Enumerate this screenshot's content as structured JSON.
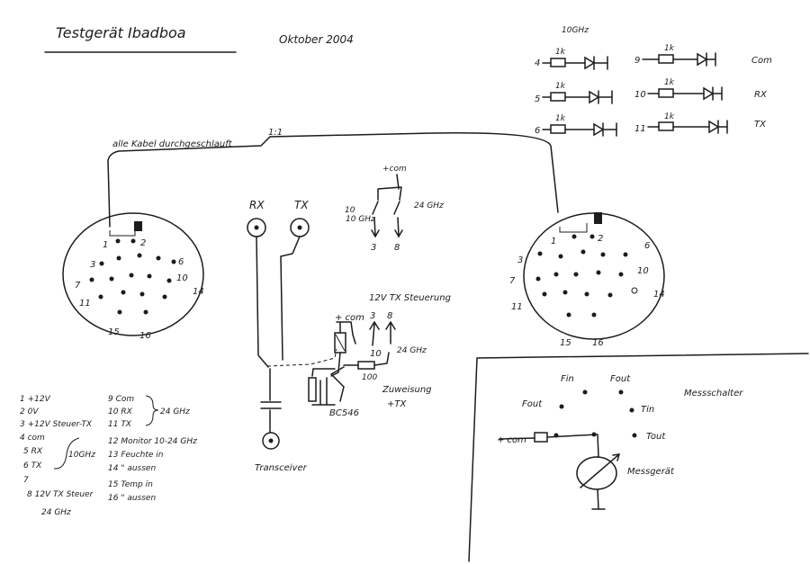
{
  "header": {
    "title": "Testgerät Ibadboa",
    "date": "Oktober 2004"
  },
  "cable_note": {
    "text": "alle Kabel durchgeschlauft",
    "ratio": "1:1"
  },
  "connectors": {
    "left": {
      "pin_labels": [
        "1",
        "2",
        "3",
        "6",
        "7",
        "10",
        "11",
        "14",
        "15",
        "16"
      ]
    },
    "right": {
      "pin_labels": [
        "1",
        "2",
        "3",
        "6",
        "7",
        "10",
        "11",
        "14",
        "15",
        "16"
      ]
    }
  },
  "rf_section": {
    "rx_label": "RX",
    "tx_label": "TX",
    "transceiver_label": "Transceiver",
    "transistor_label": "BC546",
    "resistor_value": "100",
    "plus_com_label": "+ com",
    "pin3_label": "3",
    "pin8_label": "8",
    "pin10_label": "10",
    "band_label": "24 GHz",
    "steuerung_label": "12V TX Steuerung",
    "zuweisung_label": "Zuweisung",
    "plus_tx_label": "+TX"
  },
  "switch_section": {
    "com_label": "+com",
    "band_10_label": "10 GHz",
    "band_24_label": "24 GHz",
    "out3_label": "3",
    "out8_label": "8"
  },
  "led_section": {
    "band_label": "10GHz",
    "resistor_label": "1k",
    "rows": [
      {
        "left_pin": "4",
        "right_pin": "9",
        "right_label": "Com"
      },
      {
        "left_pin": "5",
        "right_pin": "10",
        "right_label": "RX"
      },
      {
        "left_pin": "6",
        "right_pin": "11",
        "right_label": "TX"
      }
    ]
  },
  "pin_legend": {
    "left": [
      "1 +12V",
      "2 0V",
      "3 +12V Steuer-TX",
      "4 com",
      "5 RX",
      "6 TX",
      "7",
      "8 12V TX Steuer",
      "24 GHz"
    ],
    "left_brace_label": "10GHz",
    "right": [
      "9 Com",
      "10 RX",
      "11 TX",
      "12 Monitor 10-24 GHz",
      "13 Feuchte in",
      "14 \" aussen",
      "15 Temp in",
      "16 \" aussen"
    ],
    "right_brace_label": "24 GHz"
  },
  "measure_box": {
    "title": "Messschalter",
    "fin_label": "Fin",
    "fout_label": "Fout",
    "tin_label": "Tin",
    "tout_label": "Tout",
    "fout_left_label": "Fout",
    "com_label": "+ com",
    "meter_label": "Messgerät"
  }
}
